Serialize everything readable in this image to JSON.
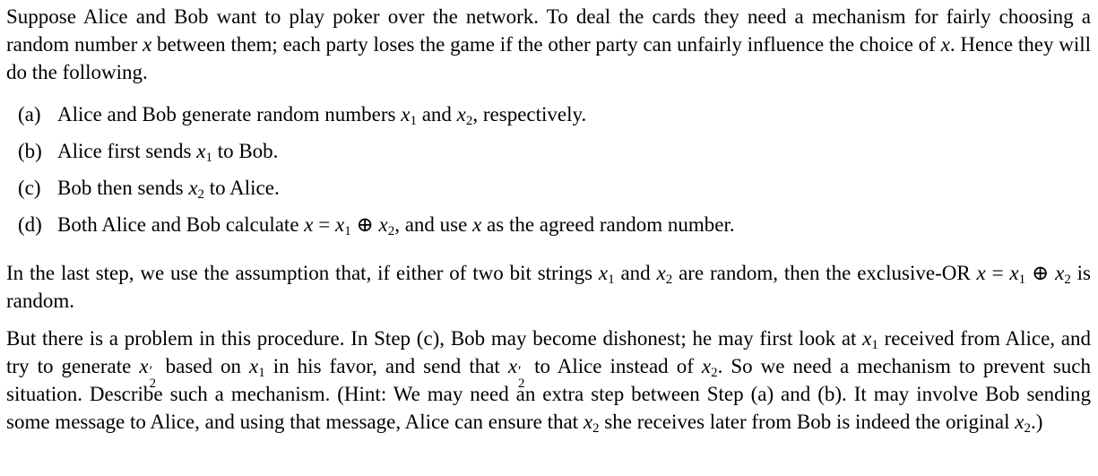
{
  "intro": {
    "p1": "Suppose Alice and Bob want to play poker over the network. To deal the cards they need a mechanism for fairly choosing a random number ",
    "x": "x",
    "p2": " between them; each party loses the game if the other party can unfairly influence the choice of ",
    "p3": ". Hence they will do the following."
  },
  "math": {
    "x": "x",
    "sub1": "1",
    "sub2": "2",
    "eq": "=",
    "xor": "⊕",
    "prime": "′"
  },
  "steps": [
    {
      "tag": "(a)",
      "t1": "Alice and Bob generate random numbers ",
      "t2": " and ",
      "t3": ", respectively."
    },
    {
      "tag": "(b)",
      "t1": "Alice first sends ",
      "t2": " to Bob."
    },
    {
      "tag": "(c)",
      "t1": "Bob then sends ",
      "t2": " to Alice."
    },
    {
      "tag": "(d)",
      "t1": "Both Alice and Bob calculate ",
      "t2": ", and use ",
      "t3": " as the agreed random number."
    }
  ],
  "assumption": {
    "t1": "In the last step, we use the assumption that, if either of two bit strings ",
    "t2": " and ",
    "t3": " are random, then the exclusive-OR ",
    "t4": " is random."
  },
  "problem": {
    "t1": "But there is a problem in this procedure. In Step (c), Bob may become dishonest; he may first look at ",
    "t2": " received from Alice, and try to generate ",
    "t3": " based on ",
    "t4": " in his favor, and send that ",
    "t5": " to Alice instead of ",
    "t6": ". So we need a mechanism to prevent such situation. Describe such a mechanism. (Hint: We may need an extra step between Step (a) and (b). It may involve Bob sending some message to Alice, and using that message, Alice can ensure that ",
    "t7": " she receives later from Bob is indeed the original ",
    "t8": ".)"
  }
}
